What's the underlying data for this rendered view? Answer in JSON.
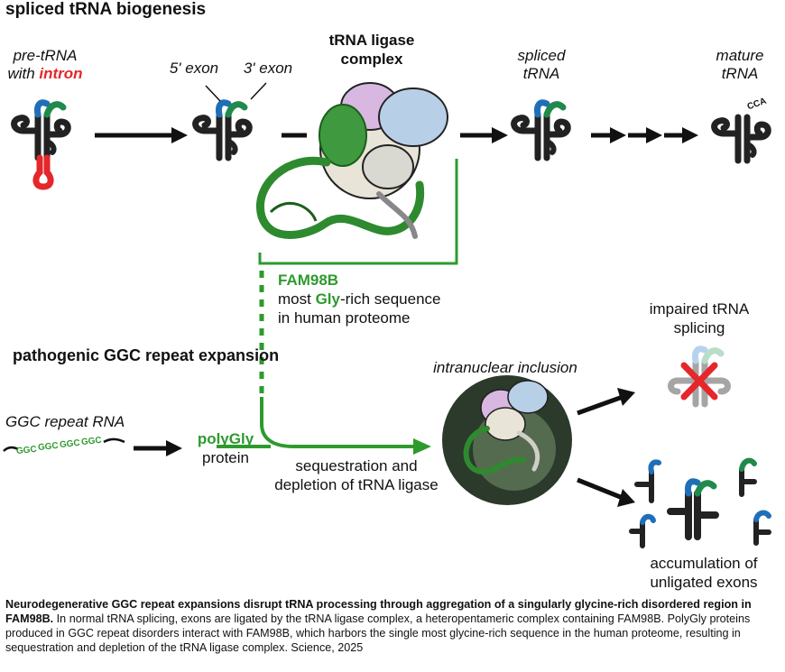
{
  "top_section": {
    "title": "spliced tRNA biogenesis",
    "pre_trna_line1": "pre-tRNA",
    "pre_trna_line2_prefix": "with ",
    "pre_trna_line2_highlight": "intron",
    "exon5_label": "5' exon",
    "exon3_label": "3' exon",
    "ligase_line1": "tRNA ligase",
    "ligase_line2": "complex",
    "spliced_line1": "spliced",
    "spliced_line2": "tRNA",
    "mature_line1": "mature",
    "mature_line2": "tRNA",
    "cca_label": "CCA",
    "fam98b_name": "FAM98B",
    "fam98b_desc_prefix": "most ",
    "fam98b_desc_highlight": "Gly",
    "fam98b_desc_suffix": "-rich sequence",
    "fam98b_desc_line2": "in human proteome"
  },
  "bottom_section": {
    "title": "pathogenic GGC repeat expansion",
    "ggc_label": "GGC repeat RNA",
    "ggc_repeats": [
      "GGC",
      "GGC",
      "GGC",
      "GGC"
    ],
    "polygly_name": "polyGly",
    "polygly_sub": "protein",
    "sequestration_line1": "sequestration and",
    "sequestration_line2": "depletion of tRNA ligase",
    "inclusion_label": "intranuclear inclusion",
    "impaired_line1": "impaired tRNA",
    "impaired_line2": "splicing",
    "accum_line1": "accumulation of",
    "accum_line2": "unligated exons"
  },
  "caption": {
    "bold": "Neurodegenerative GGC repeat expansions disrupt tRNA processing through aggregation of a singularly glycine-rich disordered region in FAM98B.",
    "body": " In normal tRNA splicing, exons are ligated by the tRNA ligase complex, a heteropentameric complex containing FAM98B. PolyGly proteins produced in GGC repeat disorders interact with FAM98B, which harbors the single most glycine-rich sequence in the human proteome, resulting in sequestration and depletion of the tRNA ligase complex. Science, 2025"
  },
  "colors": {
    "exon5": "#1f6fb8",
    "exon3": "#1f8a4c",
    "intron": "#e5262b",
    "green": "#2e9a2e",
    "trna_body": "#222222",
    "pink": "#d8b8e0",
    "blue": "#b8cfe8",
    "inclusion": "#2b3a2b"
  }
}
